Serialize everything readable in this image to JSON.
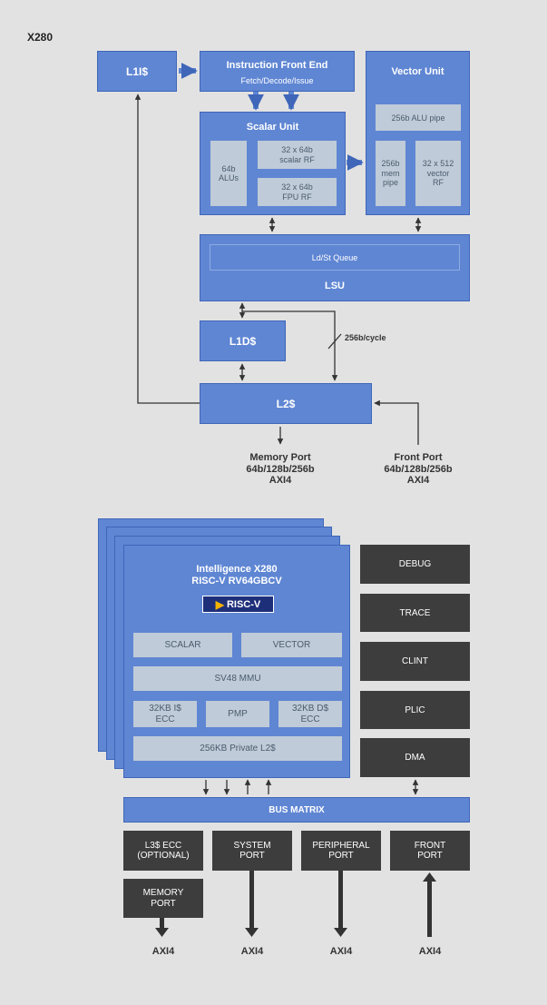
{
  "title": "X280",
  "top": {
    "l1i": "L1I$",
    "ife_title": "Instruction Front End",
    "ife_sub": "Fetch/Decode/Issue",
    "vector_title": "Vector Unit",
    "alu_pipe": "256b ALU pipe",
    "mem_pipe": "256b\nmem\npipe",
    "vector_rf": "32 x 512\nvector\nRF",
    "scalar_title": "Scalar Unit",
    "alus": "64b\nALUs",
    "scalar_rf": "32 x 64b\nscalar RF",
    "fpu_rf": "32 x 64b\nFPU RF",
    "ldst": "Ld/St Queue",
    "lsu": "LSU",
    "l1d": "L1D$",
    "bw": "256b/cycle",
    "l2": "L2$",
    "mem_port": "Memory Port\n64b/128b/256b\nAXI4",
    "front_port": "Front Port\n64b/128b/256b\nAXI4"
  },
  "bottom": {
    "core_title": "Intelligence X280\nRISC-V RV64GBCV",
    "riscv_logo": "RISC-V",
    "scalar": "SCALAR",
    "vector": "VECTOR",
    "mmu": "SV48 MMU",
    "l1i": "32KB I$\nECC",
    "pmp": "PMP",
    "l1d": "32KB D$\nECC",
    "l2": "256KB Private L2$",
    "debug": "DEBUG",
    "trace": "TRACE",
    "clint": "CLINT",
    "plic": "PLIC",
    "dma": "DMA",
    "bus": "BUS MATRIX",
    "l3": "L3$ ECC\n(OPTIONAL)",
    "memory_port": "MEMORY\nPORT",
    "system_port": "SYSTEM\nPORT",
    "peripheral_port": "PERIPHERAL\nPORT",
    "front_port": "FRONT\nPORT",
    "axi1": "AXI4",
    "axi2": "AXI4",
    "axi3": "AXI4",
    "axi4": "AXI4"
  }
}
